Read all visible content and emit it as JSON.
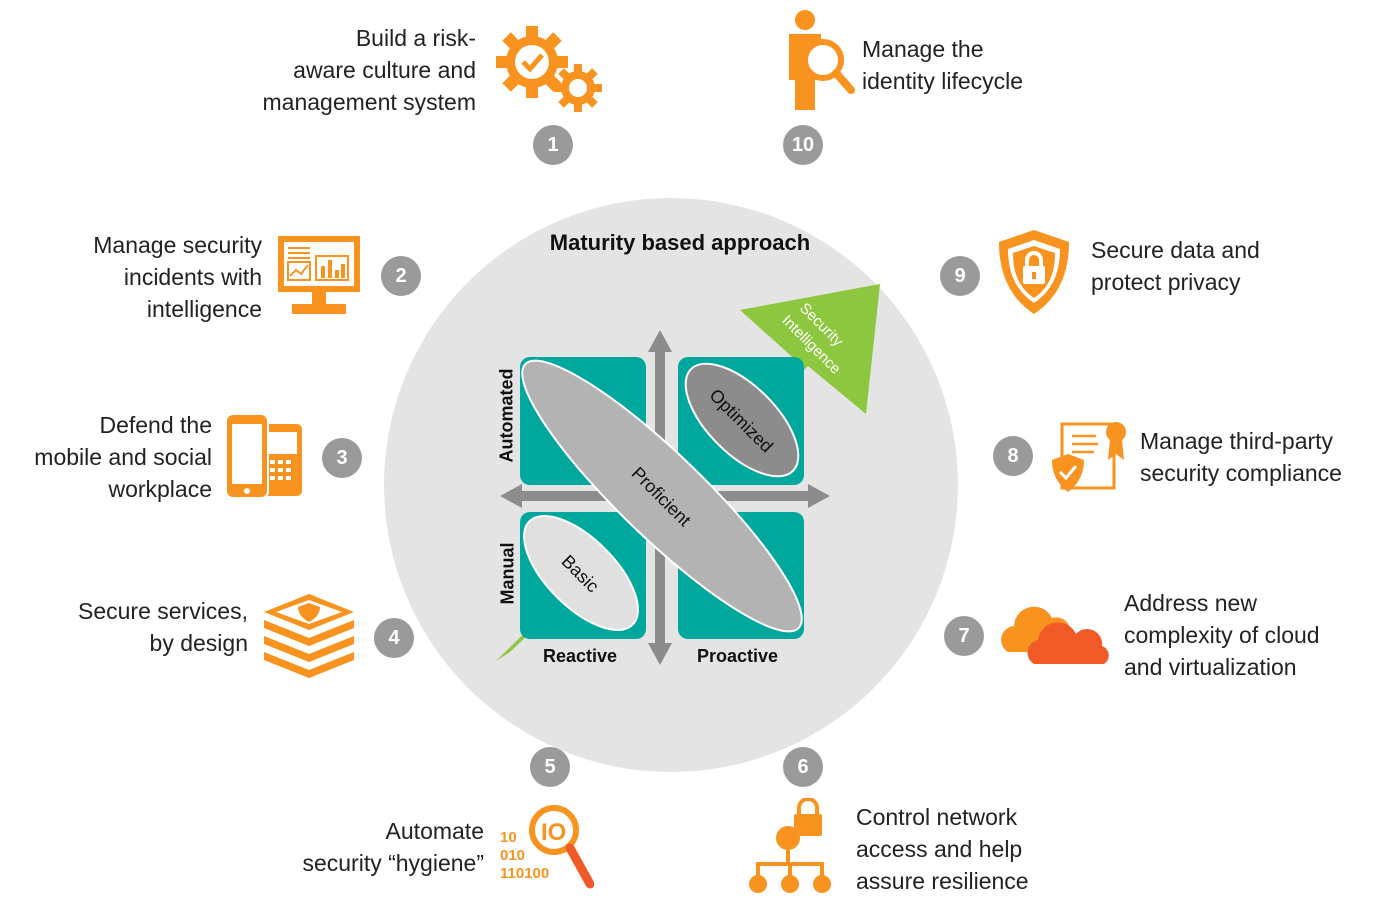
{
  "center": {
    "title": "Maturity based approach",
    "axes": {
      "y_top": "Automated",
      "y_bottom": "Manual",
      "x_left": "Reactive",
      "x_right": "Proactive"
    },
    "stages": {
      "basic": "Basic",
      "proficient": "Proficient",
      "optimized": "Optimized"
    },
    "arrow_label_line1": "Security",
    "arrow_label_line2": "Intelligence"
  },
  "items": [
    {
      "num": "1",
      "text": "Build a risk-\naware culture and\nmanagement system",
      "icon": "gears-icon"
    },
    {
      "num": "2",
      "text": "Manage security\nincidents with\nintelligence",
      "icon": "monitor-chart-icon"
    },
    {
      "num": "3",
      "text": "Defend the\nmobile and social\nworkplace",
      "icon": "mobile-devices-icon"
    },
    {
      "num": "4",
      "text": "Secure services,\nby design",
      "icon": "layered-shield-icon"
    },
    {
      "num": "5",
      "text": "Automate\nsecurity “hygiene”",
      "icon": "binary-magnifier-icon"
    },
    {
      "num": "6",
      "text": "Control network\naccess and help\nassure resilience",
      "icon": "network-lock-icon"
    },
    {
      "num": "7",
      "text": "Address new\ncomplexity of cloud\nand virtualization",
      "icon": "cloud-icon"
    },
    {
      "num": "8",
      "text": "Manage third-party\nsecurity compliance",
      "icon": "certificate-icon"
    },
    {
      "num": "9",
      "text": "Secure data and\nprotect privacy",
      "icon": "shield-lock-icon"
    },
    {
      "num": "10",
      "text": "Manage the\nidentity lifecycle",
      "icon": "person-magnifier-icon"
    }
  ],
  "colors": {
    "accent_orange": "#f7931e",
    "teal": "#00a79d",
    "green": "#8dc63f",
    "grey_badge": "#9a9a9a",
    "disc": "#e4e4e4"
  }
}
